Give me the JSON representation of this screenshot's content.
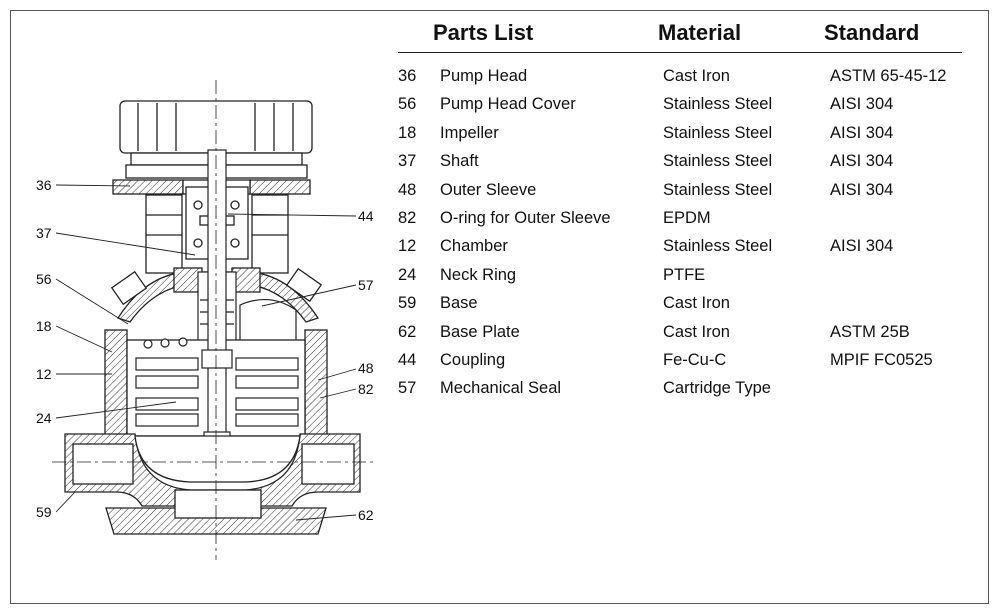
{
  "headers": {
    "parts": "Parts List",
    "material": "Material",
    "standard": "Standard"
  },
  "parts": [
    {
      "num": "36",
      "name": "Pump Head",
      "material": "Cast Iron",
      "standard": "ASTM 65-45-12"
    },
    {
      "num": "56",
      "name": "Pump Head Cover",
      "material": "Stainless Steel",
      "standard": "AISI 304"
    },
    {
      "num": "18",
      "name": "Impeller",
      "material": "Stainless Steel",
      "standard": "AISI 304"
    },
    {
      "num": "37",
      "name": "Shaft",
      "material": "Stainless Steel",
      "standard": "AISI 304"
    },
    {
      "num": "48",
      "name": "Outer Sleeve",
      "material": "Stainless Steel",
      "standard": "AISI 304"
    },
    {
      "num": "82",
      "name": "O-ring for Outer Sleeve",
      "material": "EPDM",
      "standard": ""
    },
    {
      "num": "12",
      "name": "Chamber",
      "material": "Stainless Steel",
      "standard": "AISI 304"
    },
    {
      "num": "24",
      "name": "Neck Ring",
      "material": "PTFE",
      "standard": ""
    },
    {
      "num": "59",
      "name": "Base",
      "material": "Cast Iron",
      "standard": ""
    },
    {
      "num": "62",
      "name": "Base Plate",
      "material": "Cast Iron",
      "standard": "ASTM 25B"
    },
    {
      "num": "44",
      "name": "Coupling",
      "material": "Fe-Cu-C",
      "standard": "MPIF FC0525"
    },
    {
      "num": "57",
      "name": "Mechanical Seal",
      "material": "Cartridge Type",
      "standard": ""
    }
  ],
  "callouts": {
    "c36": "36",
    "c37": "37",
    "c56": "56",
    "c18": "18",
    "c12": "12",
    "c24": "24",
    "c59": "59",
    "c44": "44",
    "c57": "57",
    "c48": "48",
    "c82": "82",
    "c62": "62"
  }
}
